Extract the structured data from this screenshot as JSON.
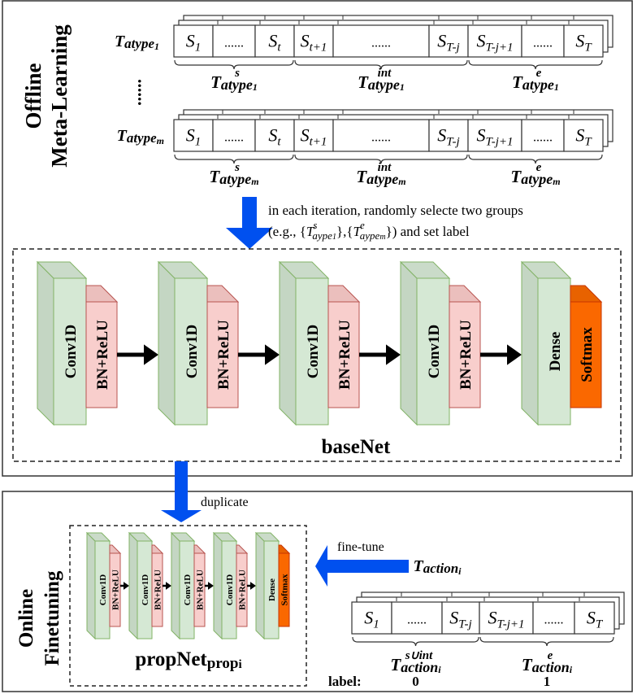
{
  "offline": {
    "section_title_line1": "Offline",
    "section_title_line2": "Meta-Learning",
    "sequences": [
      {
        "name_base": "T",
        "name_sub": "atype",
        "name_idx": "1",
        "cells": [
          {
            "base": "S",
            "sub": "1"
          },
          {
            "base": "",
            "sub": "",
            "dots": "......"
          },
          {
            "base": "S",
            "sub": "t"
          },
          {
            "base": "S",
            "sub": "t+1"
          },
          {
            "base": "",
            "sub": "",
            "dots": "......"
          },
          {
            "base": "S",
            "sub": "T-j"
          },
          {
            "base": "S",
            "sub": "T-j+1"
          },
          {
            "base": "",
            "sub": "",
            "dots": "......"
          },
          {
            "base": "S",
            "sub": "T"
          }
        ],
        "groups": [
          {
            "sup": "s",
            "base": "T",
            "sub": "atype",
            "idx": "1"
          },
          {
            "sup": "int",
            "base": "T",
            "sub": "atype",
            "idx": "1"
          },
          {
            "sup": "e",
            "base": "T",
            "sub": "atype",
            "idx": "1"
          }
        ]
      },
      {
        "name_base": "T",
        "name_sub": "atype",
        "name_idx": "m",
        "cells": [
          {
            "base": "S",
            "sub": "1"
          },
          {
            "base": "",
            "sub": "",
            "dots": "......"
          },
          {
            "base": "S",
            "sub": "t"
          },
          {
            "base": "S",
            "sub": "t+1"
          },
          {
            "base": "",
            "sub": "",
            "dots": "......"
          },
          {
            "base": "S",
            "sub": "T-j"
          },
          {
            "base": "S",
            "sub": "T-j+1"
          },
          {
            "base": "",
            "sub": "",
            "dots": "......"
          },
          {
            "base": "S",
            "sub": "T"
          }
        ],
        "groups": [
          {
            "sup": "s",
            "base": "T",
            "sub": "atype",
            "idx": "m"
          },
          {
            "sup": "int",
            "base": "T",
            "sub": "atype",
            "idx": "m"
          },
          {
            "sup": "e",
            "base": "T",
            "sub": "atype",
            "idx": "m"
          }
        ]
      }
    ],
    "vertical_ellipsis": "......",
    "arrow_note_line1": "in each iteration, randomly selecte two groups",
    "arrow_note_line2_prefix": "(e.g., {",
    "arrow_note_g1_sup": "s",
    "arrow_note_g1_base": "T",
    "arrow_note_g1_sub": "aype",
    "arrow_note_g1_idx": "1",
    "arrow_note_mid": "},{",
    "arrow_note_g2_sup": "e",
    "arrow_note_g2_base": "T",
    "arrow_note_g2_sub": "aype",
    "arrow_note_g2_idx": "m",
    "arrow_note_suffix": "}) and set label",
    "basenet": {
      "title": "baseNet",
      "blocks": [
        {
          "main": "Conv1D",
          "side": "BN+ReLU",
          "type": "conv"
        },
        {
          "main": "Conv1D",
          "side": "BN+ReLU",
          "type": "conv"
        },
        {
          "main": "Conv1D",
          "side": "BN+ReLU",
          "type": "conv"
        },
        {
          "main": "Conv1D",
          "side": "BN+ReLU",
          "type": "conv"
        },
        {
          "main": "Dense",
          "side": "Softmax",
          "type": "dense"
        }
      ]
    }
  },
  "transition": {
    "duplicate_label": "duplicate"
  },
  "online": {
    "section_title_line1": "Online",
    "section_title_line2": "Finetuning",
    "propnet": {
      "title_main": "propNet",
      "title_sub": "prop",
      "title_idx": "i",
      "blocks": [
        {
          "main": "Conv1D",
          "side": "BN+ReLU",
          "type": "conv"
        },
        {
          "main": "Conv1D",
          "side": "BN+ReLU",
          "type": "conv"
        },
        {
          "main": "Conv1D",
          "side": "BN+ReLU",
          "type": "conv"
        },
        {
          "main": "Conv1D",
          "side": "BN+ReLU",
          "type": "conv"
        },
        {
          "main": "Dense",
          "side": "Softmax",
          "type": "dense"
        }
      ]
    },
    "finetune_label": "fine-tune",
    "action_seq": {
      "name_base": "T",
      "name_sub": "action",
      "name_idx": "i",
      "cells": [
        {
          "base": "S",
          "sub": "1"
        },
        {
          "base": "",
          "sub": "",
          "dots": "......"
        },
        {
          "base": "S",
          "sub": "T-j"
        },
        {
          "base": "S",
          "sub": "T-j+1"
        },
        {
          "base": "",
          "sub": "",
          "dots": "......"
        },
        {
          "base": "S",
          "sub": "T"
        }
      ],
      "groups": [
        {
          "sup": "s∪int",
          "base": "T",
          "sub": "action",
          "idx": "i",
          "label": "0"
        },
        {
          "sup": "e",
          "base": "T",
          "sub": "action",
          "idx": "i",
          "label": "1"
        }
      ],
      "label_prefix": "label:"
    }
  },
  "colors": {
    "conv_front": "#d5e8d4",
    "conv_side": "#c4d6c3",
    "conv_top": "#cadbc9",
    "conv_stroke": "#82b366",
    "bn_front": "#f8cecc",
    "bn_top": "#ebbfbd",
    "bn_stroke": "#b85450",
    "softmax_front": "#fa6800",
    "softmax_top": "#e86200",
    "softmax_stroke": "#c73500",
    "arrow_blue": "#0050ef"
  }
}
